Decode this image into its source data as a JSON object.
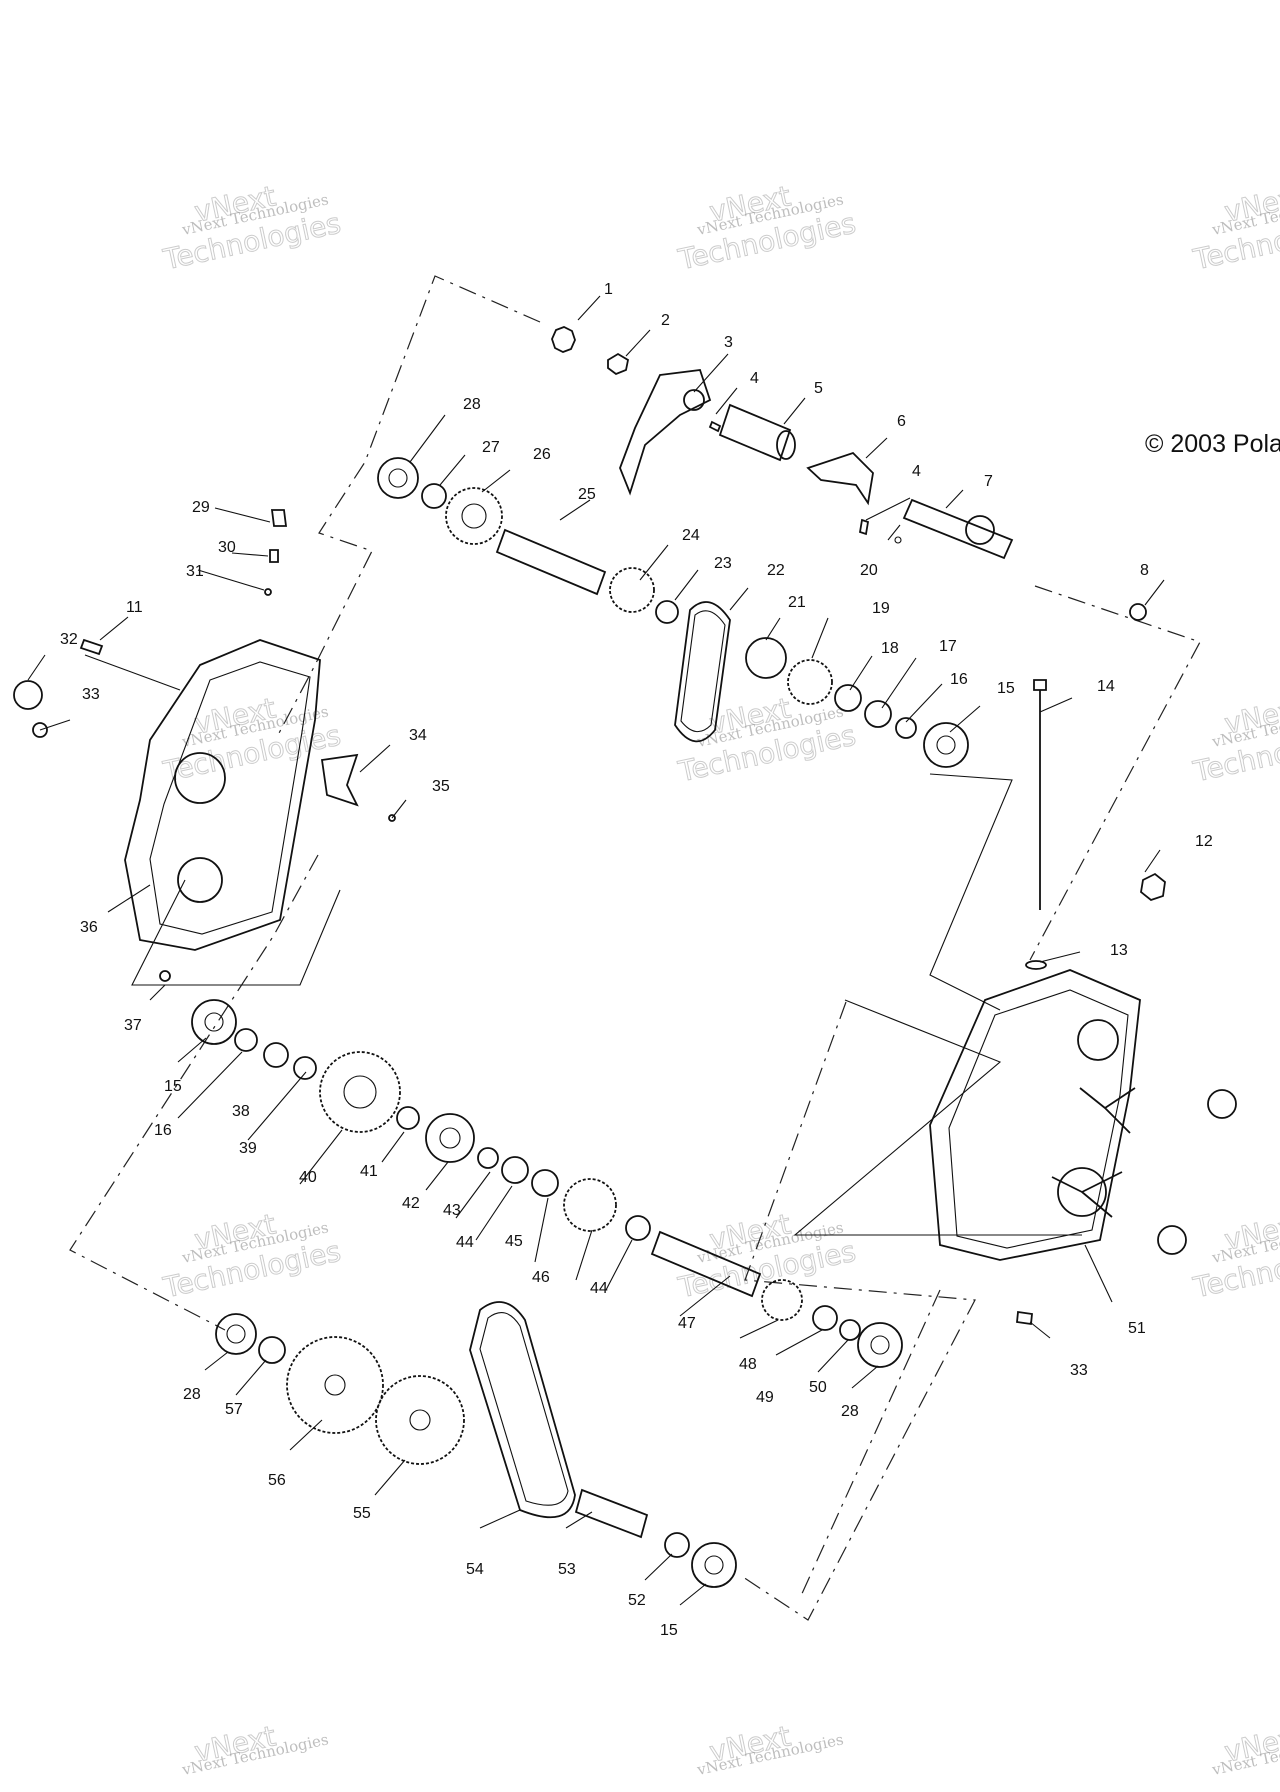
{
  "copyright": "© 2003 Pola",
  "watermark": {
    "line1": "vNext",
    "line2": "vNext Technologies",
    "line3": "Technologies"
  },
  "callouts": [
    "1",
    "2",
    "3",
    "4",
    "5",
    "6",
    "4",
    "7",
    "8",
    "28",
    "27",
    "26",
    "25",
    "24",
    "23",
    "22",
    "20",
    "29",
    "30",
    "31",
    "11",
    "32",
    "33",
    "34",
    "35",
    "36",
    "37",
    "21",
    "19",
    "18",
    "17",
    "16",
    "15",
    "14",
    "12",
    "13",
    "15",
    "16",
    "38",
    "39",
    "40",
    "41",
    "42",
    "43",
    "44",
    "45",
    "46",
    "44",
    "47",
    "48",
    "49",
    "50",
    "28",
    "51",
    "33",
    "28",
    "57",
    "56",
    "55",
    "54",
    "53",
    "52",
    "15"
  ]
}
